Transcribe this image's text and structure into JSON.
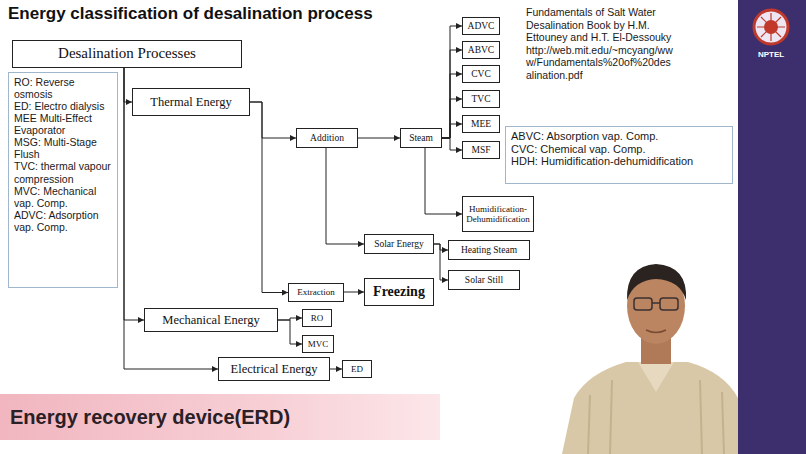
{
  "diagram": {
    "title": "Energy classification of desalination process",
    "nodes": [
      {
        "text": [
          "Desalination Processes"
        ]
      },
      {
        "text": [
          "RO: Reverse osmosis",
          "ED: Electro dialysis",
          "MEE Multi-Effect Evaporator",
          "MSG: Multi-Stage Flush",
          "TVC: thermal vapour compression",
          "MVC: Mechanical vap. Comp.",
          "ADVC: Adsorption vap. Comp."
        ]
      },
      {
        "text": [
          "Thermal Energy"
        ]
      },
      {
        "text": [
          "Addition"
        ]
      },
      {
        "text": [
          "Steam"
        ]
      },
      {
        "text": [
          "ADVC"
        ]
      },
      {
        "text": [
          "ABVC"
        ]
      },
      {
        "text": [
          "CVC"
        ]
      },
      {
        "text": [
          "TVC"
        ]
      },
      {
        "text": [
          "MEE"
        ]
      },
      {
        "text": [
          "MSF"
        ]
      },
      {
        "text": [
          "ABVC: Absorption vap. Comp.",
          "CVC: Chemical vap. Comp.",
          "HDH: Humidification-dehumidification"
        ]
      },
      {
        "text": [
          "Humidification-Dehumidification"
        ]
      },
      {
        "text": [
          "Solar Energy"
        ]
      },
      {
        "text": [
          "Heating Steam"
        ]
      },
      {
        "text": [
          "Solar Still"
        ]
      },
      {
        "text": [
          "Extraction"
        ]
      },
      {
        "text": [
          "Freezing"
        ]
      },
      {
        "text": [
          "Mechanical Energy"
        ]
      },
      {
        "text": [
          "RO"
        ]
      },
      {
        "text": [
          "MVC"
        ]
      },
      {
        "text": [
          "Electrical Energy"
        ]
      },
      {
        "text": [
          "ED"
        ]
      },
      {
        "text": [
          "Energy recovery device(ERD)"
        ]
      }
    ],
    "edges": [
      {
        "from": 0,
        "to": 2,
        "arrow": "to"
      },
      {
        "from": 0,
        "to": 18,
        "arrow": "to"
      },
      {
        "from": 0,
        "to": 21,
        "arrow": "to"
      },
      {
        "from": 2,
        "to": 3,
        "arrow": "to"
      },
      {
        "from": 2,
        "to": 16,
        "arrow": "to"
      },
      {
        "from": 3,
        "to": 4,
        "arrow": "to"
      },
      {
        "from": 3,
        "to": 13,
        "arrow": "to"
      },
      {
        "from": 4,
        "to": 5,
        "arrow": "to"
      },
      {
        "from": 4,
        "to": 6,
        "arrow": "to"
      },
      {
        "from": 4,
        "to": 7,
        "arrow": "to"
      },
      {
        "from": 4,
        "to": 8,
        "arrow": "to"
      },
      {
        "from": 4,
        "to": 9,
        "arrow": "to"
      },
      {
        "from": 4,
        "to": 10,
        "arrow": "to"
      },
      {
        "from": 4,
        "to": 12,
        "arrow": "to"
      },
      {
        "from": 13,
        "to": 14,
        "arrow": "to"
      },
      {
        "from": 13,
        "to": 15,
        "arrow": "to"
      },
      {
        "from": 16,
        "to": 17,
        "arrow": "to"
      },
      {
        "from": 18,
        "to": 19,
        "arrow": "to"
      },
      {
        "from": 18,
        "to": 20,
        "arrow": "to"
      },
      {
        "from": 21,
        "to": 22,
        "arrow": "to"
      }
    ],
    "labels": [
      "Fundamentals of Salt Water Desalination Book by H.M. Ettouney and H.T. El-Dessouky http://web.mit.edu/~mcyang/www/Fundamentals%20of%20desalination.pdf",
      "NPTEL"
    ]
  }
}
